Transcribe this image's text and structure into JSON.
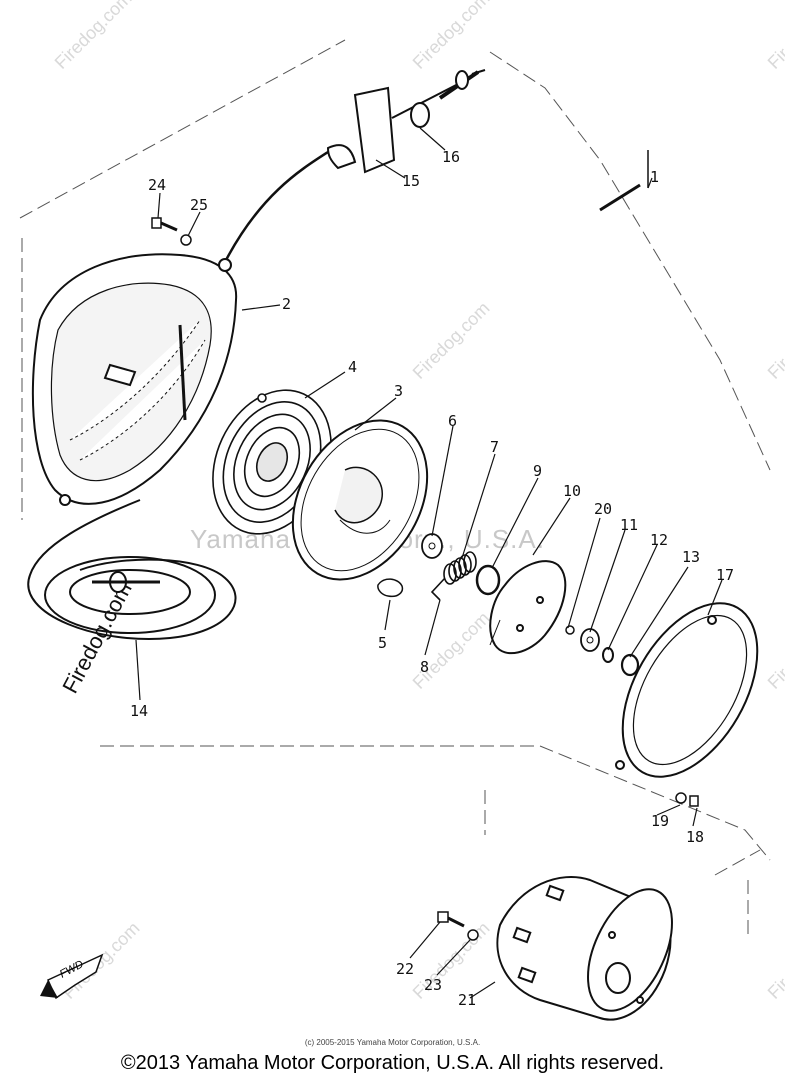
{
  "watermark": {
    "site": "Firedog.com",
    "center": "Yamaha Motor Corp., U.S.A."
  },
  "direction_marker": "FWD",
  "part_numbers": [
    "1",
    "2",
    "3",
    "4",
    "5",
    "6",
    "7",
    "8",
    "9",
    "10",
    "11",
    "12",
    "13",
    "14",
    "15",
    "16",
    "17",
    "18",
    "19",
    "20",
    "21",
    "22",
    "23",
    "24",
    "25"
  ],
  "footer": {
    "small": "(c) 2005-2015 Yamaha Motor Corporation, U.S.A.",
    "main": "©2013 Yamaha Motor Corporation, U.S.A. All rights reserved."
  }
}
